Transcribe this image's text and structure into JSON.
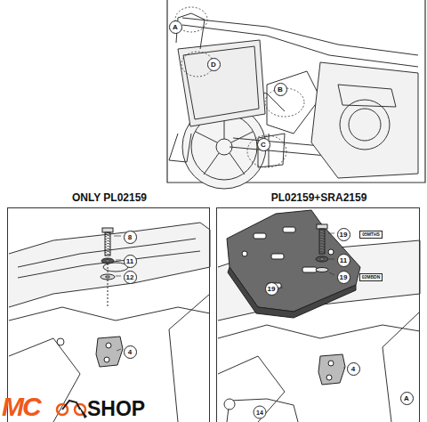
{
  "diagram": {
    "nodes": [
      {
        "text": [
          "A"
        ]
      },
      {
        "text": [
          "D"
        ]
      },
      {
        "text": [
          "B"
        ]
      },
      {
        "text": [
          "C"
        ]
      },
      {
        "text": [
          "ONLY PL02159"
        ]
      },
      {
        "text": [
          "8"
        ],
        "in": 4
      },
      {
        "text": [
          "11"
        ],
        "in": 4
      },
      {
        "text": [
          "12"
        ],
        "in": 4
      },
      {
        "text": [
          "4"
        ],
        "in": 4
      },
      {
        "text": [
          "PL02159+SRA2159"
        ]
      },
      {
        "text": [
          "19"
        ],
        "in": 9
      },
      {
        "text": [
          "05MTHS"
        ],
        "in": 9
      },
      {
        "text": [
          "11"
        ],
        "in": 9
      },
      {
        "text": [
          "19"
        ],
        "in": 9
      },
      {
        "text": [
          "02MBDN"
        ],
        "in": 9
      },
      {
        "text": [
          "19"
        ],
        "in": 9
      },
      {
        "text": [
          "4"
        ],
        "in": 9
      },
      {
        "text": [
          "A"
        ],
        "in": 9
      }
    ],
    "labels": [
      "MC",
      "SHOP",
      "14"
    ]
  }
}
